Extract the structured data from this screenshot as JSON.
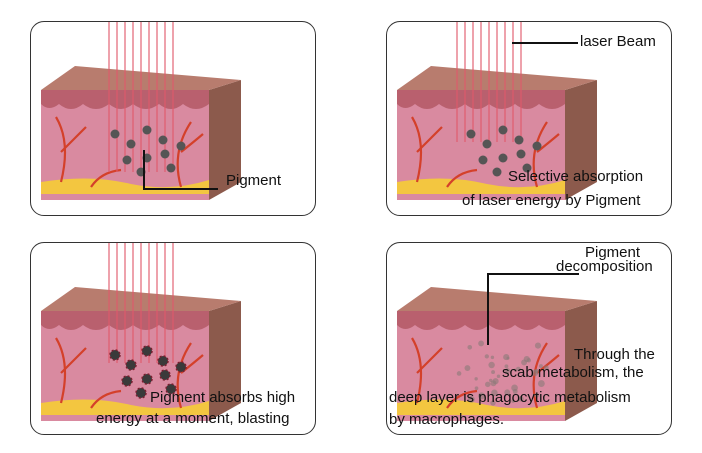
{
  "panels": [
    {
      "labels": [
        "Pigment"
      ]
    },
    {
      "labels": [
        "laser Beam",
        "Selective absorption",
        "of laser energy by Pigment"
      ]
    },
    {
      "labels": [
        "Pigment absorbs high",
        "energy at a moment, blasting"
      ]
    },
    {
      "labels": [
        "Pigment",
        "decomposition",
        "Through the",
        "scab metabolism, the",
        "deep layer is phagocytic metabolism",
        "by  macrophages."
      ]
    }
  ],
  "colors": {
    "laser": "#e05a6a",
    "skin_top": "#b87c6e",
    "dermis": "#d98aa0",
    "fat": "#f3c640",
    "vessel": "#d4402a",
    "pigment": "#555555"
  }
}
